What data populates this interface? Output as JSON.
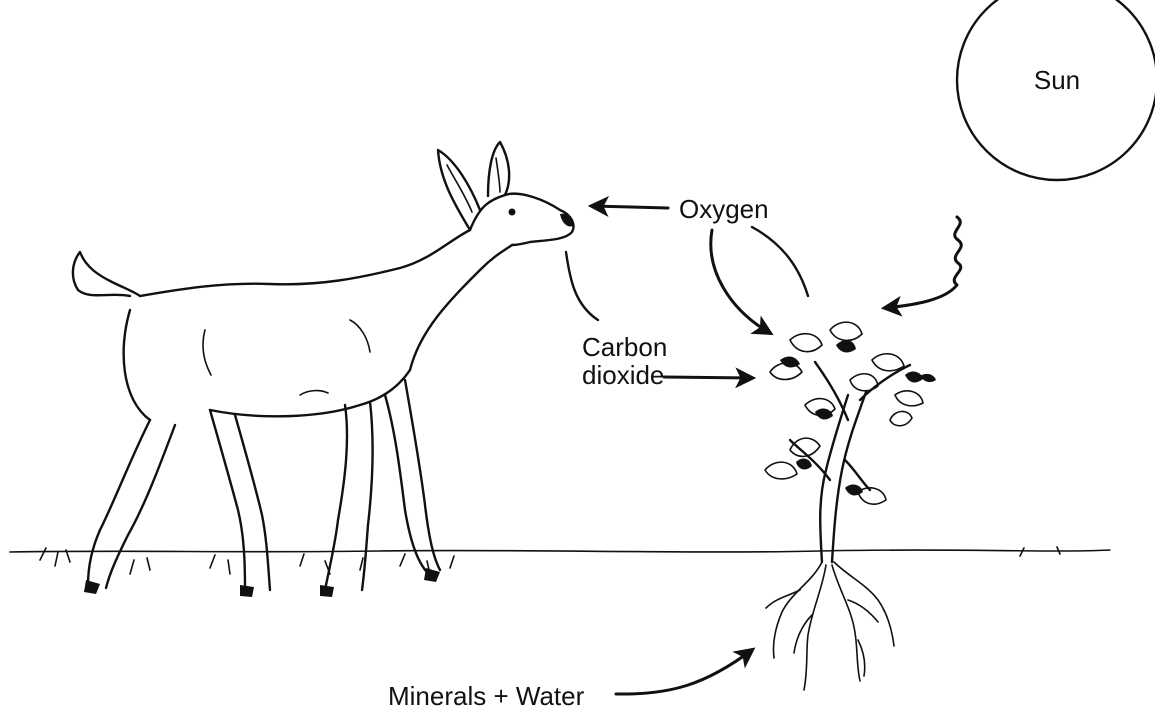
{
  "labels": {
    "sun": "Sun",
    "oxygen": "Oxygen",
    "carbon_dioxide_line1": "Carbon",
    "carbon_dioxide_line2": "dioxide",
    "minerals_water": "Minerals + Water"
  },
  "icons": [
    "deer-illustration",
    "plant-illustration",
    "sun-circle",
    "sunlight-wavy-arrow",
    "arrow-icon"
  ],
  "colors": {
    "ink": "#111111",
    "background": "#ffffff"
  }
}
